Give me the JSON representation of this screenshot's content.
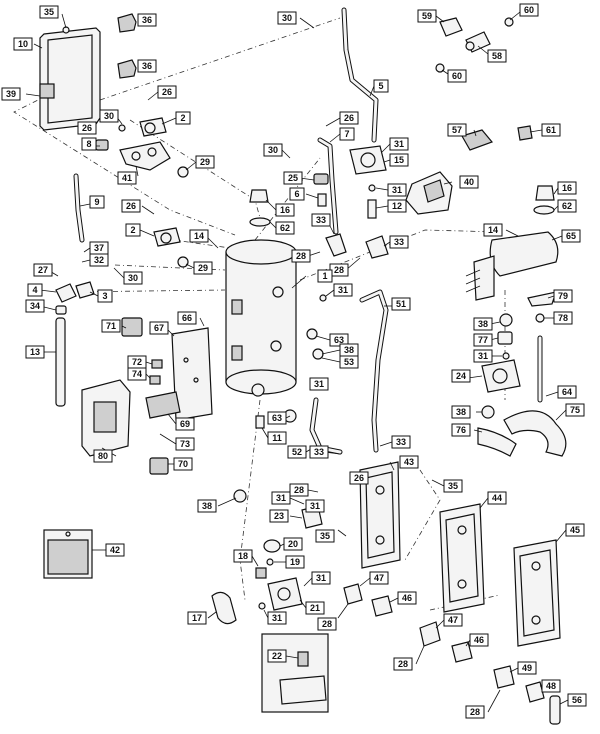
{
  "callouts": [
    {
      "id": "c-35-top",
      "text": "35"
    },
    {
      "id": "c-36-a",
      "text": "36"
    },
    {
      "id": "c-36-b",
      "text": "36"
    },
    {
      "id": "c-30-top",
      "text": "30"
    },
    {
      "id": "c-59",
      "text": "59"
    },
    {
      "id": "c-60-a",
      "text": "60"
    },
    {
      "id": "c-58",
      "text": "58"
    },
    {
      "id": "c-60-b",
      "text": "60"
    },
    {
      "id": "c-10",
      "text": "10"
    },
    {
      "id": "c-5",
      "text": "5"
    },
    {
      "id": "c-39",
      "text": "39"
    },
    {
      "id": "c-26-a",
      "text": "26"
    },
    {
      "id": "c-30-a",
      "text": "30"
    },
    {
      "id": "c-2-a",
      "text": "2"
    },
    {
      "id": "c-26-b",
      "text": "26"
    },
    {
      "id": "c-26-c",
      "text": "26"
    },
    {
      "id": "c-7",
      "text": "7"
    },
    {
      "id": "c-57",
      "text": "57"
    },
    {
      "id": "c-61",
      "text": "61"
    },
    {
      "id": "c-8",
      "text": "8"
    },
    {
      "id": "c-30-b",
      "text": "30"
    },
    {
      "id": "c-31-a",
      "text": "31"
    },
    {
      "id": "c-15",
      "text": "15"
    },
    {
      "id": "c-29-a",
      "text": "29"
    },
    {
      "id": "c-41",
      "text": "41"
    },
    {
      "id": "c-25",
      "text": "25"
    },
    {
      "id": "c-31-b",
      "text": "31"
    },
    {
      "id": "c-40",
      "text": "40"
    },
    {
      "id": "c-16-a",
      "text": "16"
    },
    {
      "id": "c-6",
      "text": "6"
    },
    {
      "id": "c-12",
      "text": "12"
    },
    {
      "id": "c-16-b",
      "text": "16"
    },
    {
      "id": "c-9",
      "text": "9"
    },
    {
      "id": "c-26-d",
      "text": "26"
    },
    {
      "id": "c-62-a",
      "text": "62"
    },
    {
      "id": "c-33-a",
      "text": "33"
    },
    {
      "id": "c-62-b",
      "text": "62"
    },
    {
      "id": "c-2-b",
      "text": "2"
    },
    {
      "id": "c-14-a",
      "text": "14"
    },
    {
      "id": "c-14-b",
      "text": "14"
    },
    {
      "id": "c-65",
      "text": "65"
    },
    {
      "id": "c-33-b",
      "text": "33"
    },
    {
      "id": "c-37",
      "text": "37"
    },
    {
      "id": "c-32",
      "text": "32"
    },
    {
      "id": "c-28-a",
      "text": "28"
    },
    {
      "id": "c-29-b",
      "text": "29"
    },
    {
      "id": "c-28-b",
      "text": "28"
    },
    {
      "id": "c-27",
      "text": "27"
    },
    {
      "id": "c-30-c",
      "text": "30"
    },
    {
      "id": "c-1",
      "text": "1"
    },
    {
      "id": "c-4",
      "text": "4"
    },
    {
      "id": "c-3",
      "text": "3"
    },
    {
      "id": "c-31-c",
      "text": "31"
    },
    {
      "id": "c-79",
      "text": "79"
    },
    {
      "id": "c-51",
      "text": "51"
    },
    {
      "id": "c-34",
      "text": "34"
    },
    {
      "id": "c-66",
      "text": "66"
    },
    {
      "id": "c-38-a",
      "text": "38"
    },
    {
      "id": "c-78",
      "text": "78"
    },
    {
      "id": "c-71",
      "text": "71"
    },
    {
      "id": "c-67",
      "text": "67"
    },
    {
      "id": "c-63-a",
      "text": "63"
    },
    {
      "id": "c-77",
      "text": "77"
    },
    {
      "id": "c-13",
      "text": "13"
    },
    {
      "id": "c-38-b",
      "text": "38"
    },
    {
      "id": "c-53",
      "text": "53"
    },
    {
      "id": "c-31-d",
      "text": "31"
    },
    {
      "id": "c-72",
      "text": "72"
    },
    {
      "id": "c-74",
      "text": "74"
    },
    {
      "id": "c-24",
      "text": "24"
    },
    {
      "id": "c-31-e",
      "text": "31"
    },
    {
      "id": "c-64",
      "text": "64"
    },
    {
      "id": "c-38-c",
      "text": "38"
    },
    {
      "id": "c-75",
      "text": "75"
    },
    {
      "id": "c-69",
      "text": "69"
    },
    {
      "id": "c-63-b",
      "text": "63"
    },
    {
      "id": "c-76",
      "text": "76"
    },
    {
      "id": "c-11",
      "text": "11"
    },
    {
      "id": "c-73",
      "text": "73"
    },
    {
      "id": "c-33-c",
      "text": "33"
    },
    {
      "id": "c-52",
      "text": "52"
    },
    {
      "id": "c-33-d",
      "text": "33"
    },
    {
      "id": "c-80",
      "text": "80"
    },
    {
      "id": "c-70",
      "text": "70"
    },
    {
      "id": "c-43",
      "text": "43"
    },
    {
      "id": "c-26-e",
      "text": "26"
    },
    {
      "id": "c-28-c",
      "text": "28"
    },
    {
      "id": "c-35-a",
      "text": "35"
    },
    {
      "id": "c-38-d",
      "text": "38"
    },
    {
      "id": "c-31-f",
      "text": "31"
    },
    {
      "id": "c-31-g",
      "text": "31"
    },
    {
      "id": "c-44",
      "text": "44"
    },
    {
      "id": "c-23",
      "text": "23"
    },
    {
      "id": "c-35-b",
      "text": "35"
    },
    {
      "id": "c-45",
      "text": "45"
    },
    {
      "id": "c-20",
      "text": "20"
    },
    {
      "id": "c-42",
      "text": "42"
    },
    {
      "id": "c-18",
      "text": "18"
    },
    {
      "id": "c-19",
      "text": "19"
    },
    {
      "id": "c-31-h",
      "text": "31"
    },
    {
      "id": "c-47-a",
      "text": "47"
    },
    {
      "id": "c-46-a",
      "text": "46"
    },
    {
      "id": "c-21",
      "text": "21"
    },
    {
      "id": "c-17",
      "text": "17"
    },
    {
      "id": "c-31-i",
      "text": "31"
    },
    {
      "id": "c-28-d",
      "text": "28"
    },
    {
      "id": "c-47-b",
      "text": "47"
    },
    {
      "id": "c-46-b",
      "text": "46"
    },
    {
      "id": "c-22",
      "text": "22"
    },
    {
      "id": "c-28-e",
      "text": "28"
    },
    {
      "id": "c-49",
      "text": "49"
    },
    {
      "id": "c-48",
      "text": "48"
    },
    {
      "id": "c-56",
      "text": "56"
    },
    {
      "id": "c-28-f",
      "text": "28"
    }
  ]
}
